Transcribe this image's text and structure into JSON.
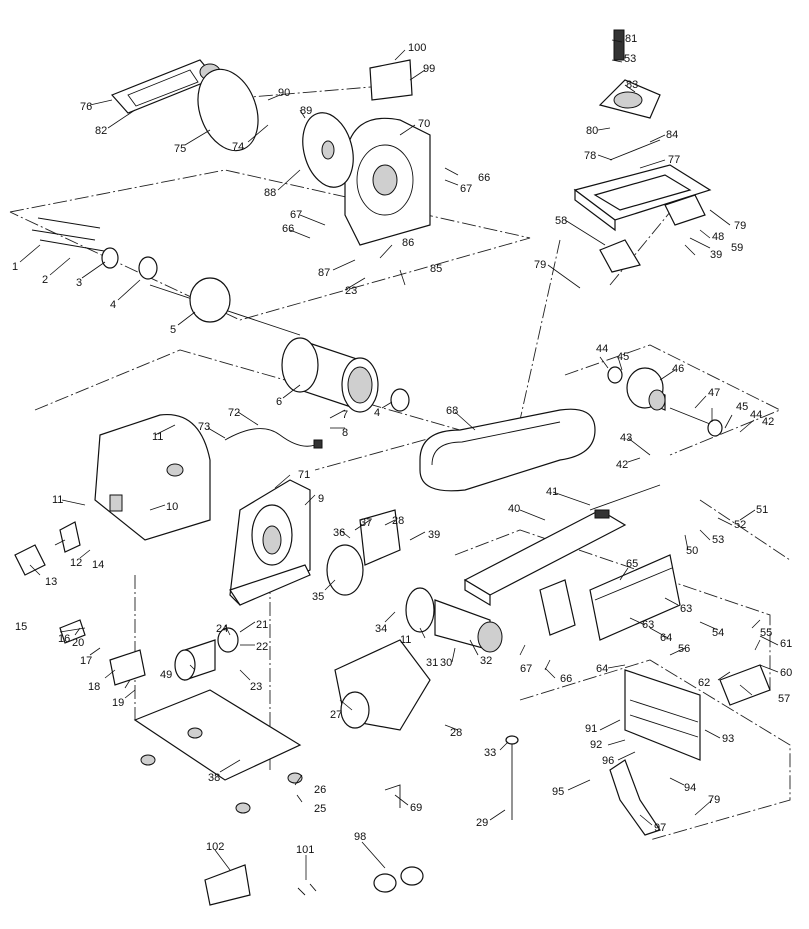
{
  "labels": {
    "l1": "1",
    "l2": "2",
    "l3": "3",
    "l4": "4",
    "l4b": "4",
    "l5": "5",
    "l6": "6",
    "l7": "7",
    "l8": "8",
    "l9": "9",
    "l10": "10",
    "l11": "11",
    "l11b": "11",
    "l11c": "11",
    "l12": "12",
    "l13": "13",
    "l14": "14",
    "l15": "15",
    "l16": "16",
    "l17": "17",
    "l18": "18",
    "l19": "19",
    "l20": "20",
    "l21": "21",
    "l22": "22",
    "l23": "23",
    "l23b": "23",
    "l24": "24",
    "l25": "25",
    "l26": "26",
    "l27": "27",
    "l28": "28",
    "l28b": "28",
    "l29": "29",
    "l30": "30",
    "l31": "31",
    "l32": "32",
    "l33": "33",
    "l34": "34",
    "l35": "35",
    "l36": "36",
    "l37": "37",
    "l38": "38",
    "l39": "39",
    "l39b": "39",
    "l40": "40",
    "l41": "41",
    "l42": "42",
    "l42b": "42",
    "l43": "43",
    "l44": "44",
    "l44b": "44",
    "l45": "45",
    "l45b": "45",
    "l46": "46",
    "l47": "47",
    "l48": "48",
    "l49": "49",
    "l50": "50",
    "l51": "51",
    "l52": "52",
    "l53": "53",
    "l53b": "53",
    "l54": "54",
    "l55": "55",
    "l56": "56",
    "l57": "57",
    "l58": "58",
    "l59": "59",
    "l60": "60",
    "l61": "61",
    "l62": "62",
    "l63": "63",
    "l63b": "63",
    "l64": "64",
    "l64b": "64",
    "l65": "65",
    "l66": "66",
    "l66b": "66",
    "l66c": "66",
    "l67": "67",
    "l67b": "67",
    "l67c": "67",
    "l68": "68",
    "l69": "69",
    "l70": "70",
    "l71": "71",
    "l72": "72",
    "l73": "73",
    "l74": "74",
    "l75": "75",
    "l76": "76",
    "l77": "77",
    "l78": "78",
    "l79": "79",
    "l79b": "79",
    "l79c": "79",
    "l80": "80",
    "l81": "81",
    "l82": "82",
    "l83": "83",
    "l84": "84",
    "l85": "85",
    "l86": "86",
    "l87": "87",
    "l88": "88",
    "l89": "89",
    "l90": "90",
    "l91": "91",
    "l92": "92",
    "l93": "93",
    "l94": "94",
    "l95": "95",
    "l96": "96",
    "l97": "97",
    "l98": "98",
    "l99": "99",
    "l100": "100",
    "l101": "101",
    "l102": "102"
  }
}
